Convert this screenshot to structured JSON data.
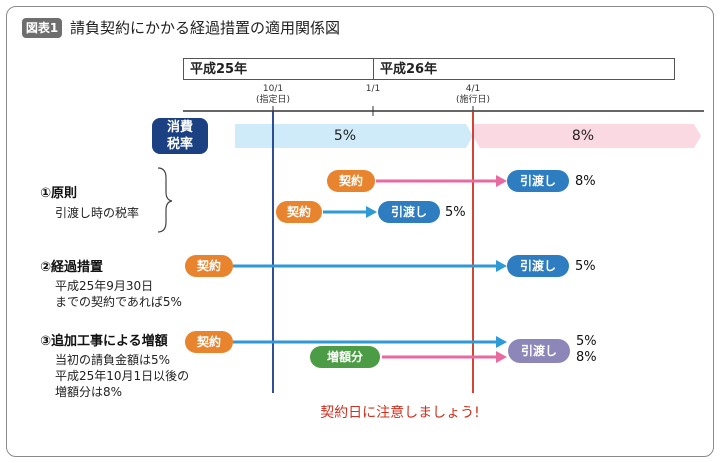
{
  "figure": {
    "tag": "図表1",
    "title": "請負契約にかかる経過措置の適用関係図"
  },
  "timeline": {
    "year1": "平成25年",
    "year2": "平成26年",
    "date1": "10/1",
    "date1_note": "(指定日)",
    "date2": "1/1",
    "date3": "4/1",
    "date3_note": "(施行日)"
  },
  "tax": {
    "badge_line1": "消費",
    "badge_line2": "税率",
    "rate_before": "5%",
    "rate_after": "8%"
  },
  "cases": [
    {
      "title": "①原則",
      "note": "引渡し時の税率",
      "contract": "契約",
      "delivery": "引渡し",
      "rate_late": "8%",
      "rate_early": "5%"
    },
    {
      "title": "②経過措置",
      "note_line1": "平成25年9月30日",
      "note_line2": "までの契約であれば5%",
      "contract": "契約",
      "delivery": "引渡し",
      "rate": "5%"
    },
    {
      "title": "③追加工事による増額",
      "note_line1": "当初の請負金額は5%",
      "note_line2": "平成25年10月1日以後の",
      "note_line3": "増額分は8%",
      "contract": "契約",
      "increase": "増額分",
      "delivery": "引渡し",
      "rate1": "5%",
      "rate2": "8%"
    }
  ],
  "warning": "契約日に注意しましょう!",
  "colors": {
    "navy": "#1b4183",
    "arrow_blue": "#2e9ad6",
    "arrow_pink": "#e86aa0",
    "line_blue": "#1b3a8c",
    "line_red": "#d0301e",
    "band_blue": "#cfeaf8",
    "band_pink": "#fbd9e3"
  }
}
